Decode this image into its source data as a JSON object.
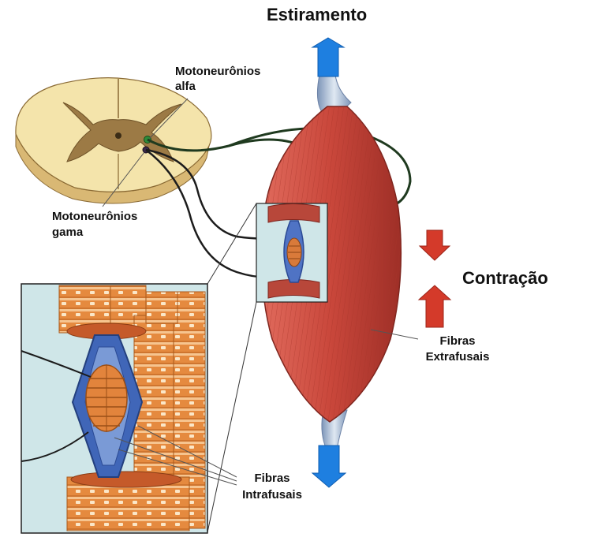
{
  "labels": {
    "stretch": "Estiramento",
    "contraction": "Contração",
    "alpha_line1": "Motoneurônios",
    "alpha_line2": "alfa",
    "gamma_line1": "Motoneurônios",
    "gamma_line2": "gama",
    "extrafusal_line1": "Fibras",
    "extrafusal_line2": "Extrafusais",
    "intrafusal_line1": "Fibras",
    "intrafusal_line2": "Intrafusais"
  },
  "colors": {
    "stretch_arrow": "#1e7fe0",
    "contraction_arrow": "#d43a2a",
    "muscle": "#c9473b",
    "spinal_cord": "#f3e2a6",
    "gray_matter": "#9a7a45",
    "inset_background": "#cfe6e8",
    "fiber_orange": "#e8893a",
    "spindle_blue": "#3a5fb8"
  }
}
